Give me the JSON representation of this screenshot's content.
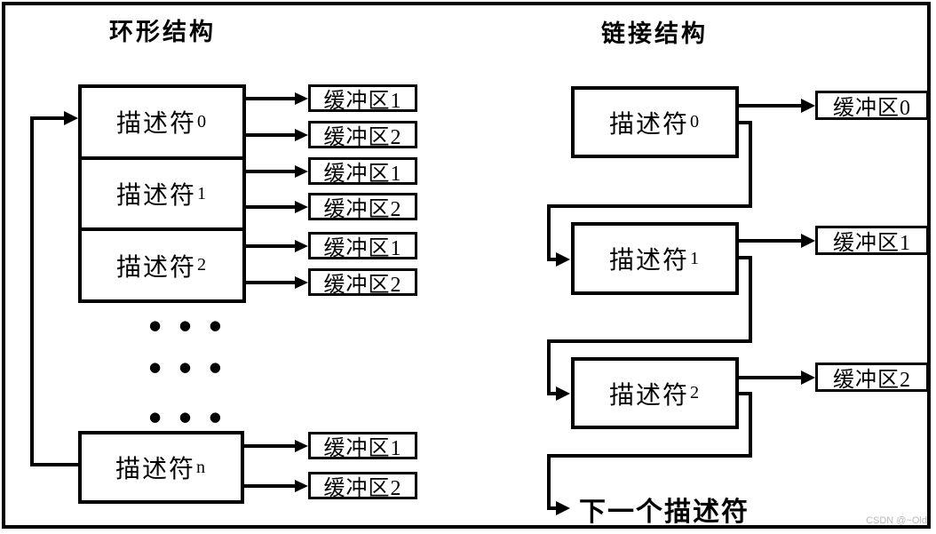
{
  "ring_panel": {
    "title": "环形结构",
    "descriptors": [
      {
        "name": "描述符",
        "index": "0"
      },
      {
        "name": "描述符",
        "index": "1"
      },
      {
        "name": "描述符",
        "index": "2"
      }
    ],
    "descriptor_last": {
      "name": "描述符",
      "index": "n"
    },
    "buffers_top": [
      "缓冲区1",
      "缓冲区2",
      "缓冲区1",
      "缓冲区2",
      "缓冲区1",
      "缓冲区2"
    ],
    "buffers_bottom": [
      "缓冲区1",
      "缓冲区2"
    ],
    "ellipsis": "● ● ●"
  },
  "linked_panel": {
    "title": "链接结构",
    "descriptors": [
      {
        "name": "描述符",
        "index": "0"
      },
      {
        "name": "描述符",
        "index": "1"
      },
      {
        "name": "描述符",
        "index": "2"
      }
    ],
    "buffers": [
      "缓冲区0",
      "缓冲区1",
      "缓冲区2"
    ],
    "next_descriptor": "下一个描述符"
  },
  "watermark": "CSDN @~Old",
  "colors": {
    "line": "#000000",
    "background": "#ffffff",
    "watermark": "#b6b9bb"
  }
}
